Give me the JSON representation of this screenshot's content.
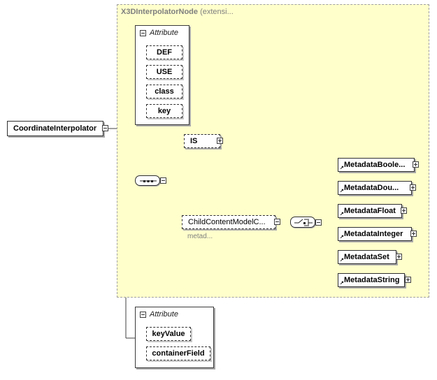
{
  "root": {
    "label": "CoordinateInterpolator"
  },
  "extension": {
    "base_name": "X3DInterpolatorNode",
    "suffix": "(extensi..."
  },
  "base_attributes": {
    "heading": "Attribute",
    "items": [
      "DEF",
      "USE",
      "class",
      "key"
    ]
  },
  "sequence": {
    "is_element": {
      "label": "IS"
    },
    "group_ref": {
      "label": "ChildContentModelC...",
      "note": "metad..."
    },
    "choice_items": [
      "MetadataBoole...",
      "MetadataDou...",
      "MetadataFloat",
      "MetadataInteger",
      "MetadataSet",
      "MetadataString"
    ]
  },
  "own_attributes": {
    "heading": "Attribute",
    "items": [
      "keyValue",
      "containerField"
    ]
  }
}
